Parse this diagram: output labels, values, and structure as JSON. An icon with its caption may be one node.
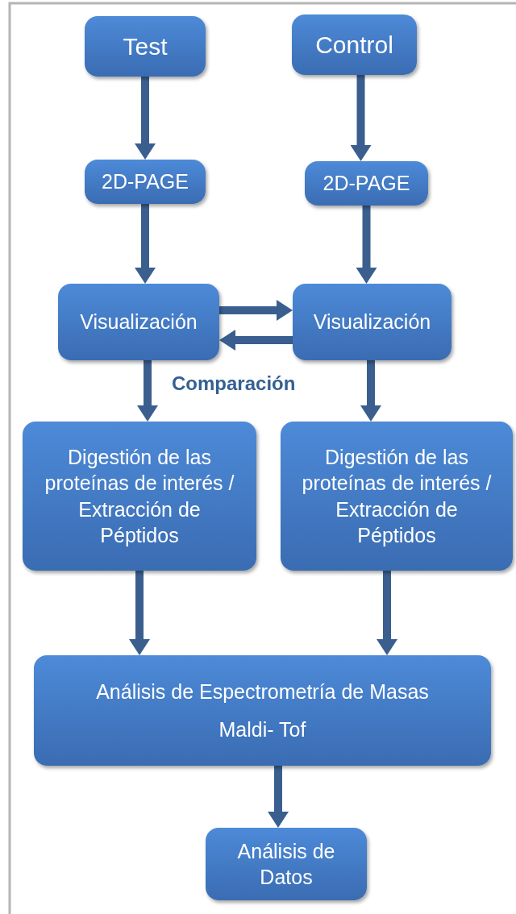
{
  "diagram": {
    "nodes": [
      {
        "text": [
          "Test"
        ]
      },
      {
        "text": [
          "Control"
        ]
      },
      {
        "text": [
          "2D-PAGE"
        ]
      },
      {
        "text": [
          "2D-PAGE"
        ]
      },
      {
        "text": [
          "Visualización"
        ]
      },
      {
        "text": [
          "Visualización"
        ]
      },
      {
        "text": [
          "Digestión de las proteínas de interés / Extracción de Péptidos"
        ]
      },
      {
        "text": [
          "Digestión de las proteínas de interés / Extracción de Péptidos"
        ]
      },
      {
        "text": [
          "Análisis de Espectrometría de Masas",
          "Maldi- Tof"
        ]
      },
      {
        "text": [
          "Análisis de Datos"
        ]
      }
    ],
    "edges": [
      {
        "from": 0,
        "to": 2,
        "arrow": "to"
      },
      {
        "from": 1,
        "to": 3,
        "arrow": "to"
      },
      {
        "from": 2,
        "to": 4,
        "arrow": "to"
      },
      {
        "from": 3,
        "to": 5,
        "arrow": "to"
      },
      {
        "from": 4,
        "to": 5,
        "arrow": "to"
      },
      {
        "from": 5,
        "to": 4,
        "arrow": "to"
      },
      {
        "from": 4,
        "to": 6,
        "arrow": "to"
      },
      {
        "from": 5,
        "to": 7,
        "arrow": "to"
      },
      {
        "from": 6,
        "to": 8,
        "arrow": "to"
      },
      {
        "from": 7,
        "to": 8,
        "arrow": "to"
      },
      {
        "from": 8,
        "to": 9,
        "arrow": "to"
      }
    ],
    "labels": [
      "Comparación"
    ]
  }
}
